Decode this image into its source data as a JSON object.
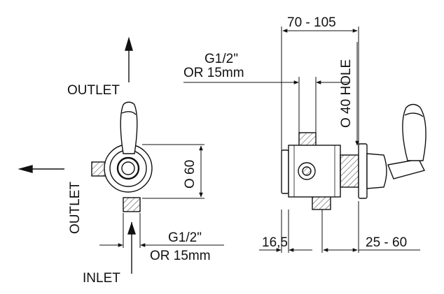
{
  "labels": {
    "outlet_top": "OUTLET",
    "outlet_side": "OUTLET",
    "inlet": "INLET",
    "thread_top_line1": "G1/2\"",
    "thread_top_line2": "OR 15mm",
    "thread_bottom_line1": "G1/2\"",
    "thread_bottom_line2": "OR 15mm",
    "diameter_body": "O 60",
    "hole": "O 40 HOLE",
    "depth_range": "70 - 105",
    "offset": "16,5",
    "wall_range": "25 - 60"
  },
  "colors": {
    "line": "#111111",
    "hatch": "#555555",
    "body_fill": "#ffffff"
  },
  "icons": [
    "arrow-up-icon",
    "arrow-left-icon",
    "arrow-down-icon",
    "lever-handle-icon"
  ]
}
